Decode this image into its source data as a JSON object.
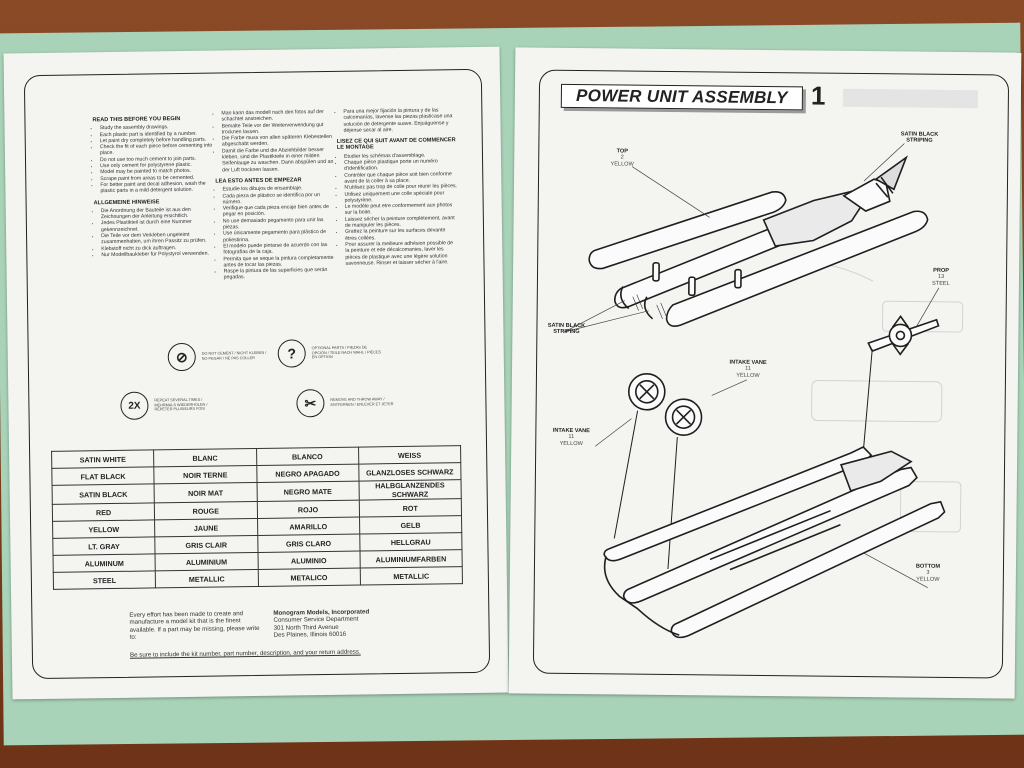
{
  "left_page": {
    "col1": {
      "heading_en": "READ THIS BEFORE YOU BEGIN",
      "items_en": [
        "Study the assembly drawings.",
        "Each plastic part is identified by a number.",
        "Let paint dry completely before handling parts.",
        "Check the fit of each piece before cementing into place.",
        "Do not use too much cement to join parts.",
        "Use only cement for polystyrene plastic.",
        "Model may be painted to match photos.",
        "Scrape paint from areas to be cemented.",
        "For better paint and decal adhesion, wash the plastic parts in a mild detergent solution."
      ],
      "heading_de": "ALLGEMEINE HINWEISE",
      "items_de": [
        "Die Anordnung der Bauteile ist aus den Zeichnungen der Anleitung ersichtlich.",
        "Jedes Plastikteil ist durch eine Nummer gekennzeichnet.",
        "Die Teile vor dem Verkleben ungeleimt zusammenhalten, um ihren Passitz zu prüfen.",
        "Klebstoff nicht zu dick auftragen.",
        "Nur Modellbaukleber für Polystyrol verwenden."
      ]
    },
    "col2": {
      "items_de": [
        "Man kann das modell nach den fotos auf der schachtel anstreichen.",
        "Bemalte Teile vor der Weiterverwendung gut trocknen lassen.",
        "Die Farbe muss von allen späteren Klebestellen abgeschabt werden.",
        "Damit die Farbe und die Abziehbilder besser kleben, sind die Plastikteile in einer milden Seifenlauge zu waschen. Dann abspülen und an der Luft trocknen lassen."
      ],
      "heading_es": "LEA ESTO ANTES DE EMPEZAR",
      "items_es": [
        "Estudie los dibujos de ensamblaje.",
        "Cada pieza de plástico se identifica por un número.",
        "Verifique que cada pieza encaje bien antes de pegar en posición.",
        "No use demasiado pegamento para unir las piezas.",
        "Use únicamente pegamento para plástico de poliestirina.",
        "El modelo puede pintarse de acuerdo con las fotografías de la caja.",
        "Permita que se seque la pintura completamente antes de tocar las piezas.",
        "Raspe la pintura de las superficies que serán pegadas."
      ]
    },
    "col3": {
      "items_es": [
        "Para una mejor fijación la pintura y de las calcomanías, lavense las piezas plasticase una solución de detergente suave. Enjuáguense y déjense secar al aire."
      ],
      "heading_fr": "LISEZ CE QUI SUIT AVANT DE COMMENCER LE MONTAGE",
      "items_fr": [
        "Etudier les schémas d'assemblage.",
        "Chaque pièce plastique porte un numéro d'identification.",
        "Contrôler que chaque pièce soit bien conforme avant de la coller à sa place.",
        "N'utilisez pas trop de colle pour réunir les pièces.",
        "Utilisez uniquement une colle spéciale pour polystyrène.",
        "Le modèle peut etre conformement aux photos sur la boite.",
        "Laissez sécher la peinture complètement, avant de manipuler les pièces.",
        "Grattez la peinture sur les surfaces devante êtres collées.",
        "Pour assurer la meilleure adhésion possible de la peinture et ede décalcomanies, laver les pièces de plastique avec une légère solution savonneuse. Rinser et laisser sécher à l'aire."
      ]
    },
    "symbols": [
      {
        "id": "no-cement",
        "glyph": "⊘",
        "text": "Do not cement / Nicht kleben / No pegar / Ne pas coller"
      },
      {
        "id": "optional",
        "glyph": "?",
        "text": "Optional parts / Piezas de opción / Teile nach Wahl / Pièces en option"
      },
      {
        "id": "repeat",
        "glyph": "2X",
        "text": "Repeat several times / Mehrmals wiederholen / Répéter plusieurs fois"
      },
      {
        "id": "remove",
        "glyph": "✂",
        "text": "Remove and throw away / Entfernen / Enlever et jeter"
      }
    ],
    "color_table": [
      [
        "SATIN WHITE",
        "BLANC",
        "BLANCO",
        "WEISS"
      ],
      [
        "FLAT BLACK",
        "NOIR TERNE",
        "NEGRO APAGADO",
        "GLANZLOSES SCHWARZ"
      ],
      [
        "SATIN BLACK",
        "NOIR MAT",
        "NEGRO MATE",
        "HALBGLANZENDES SCHWARZ"
      ],
      [
        "RED",
        "ROUGE",
        "ROJO",
        "ROT"
      ],
      [
        "YELLOW",
        "JAUNE",
        "AMARILLO",
        "GELB"
      ],
      [
        "LT. GRAY",
        "GRIS CLAIR",
        "GRIS CLARO",
        "HELLGRAU"
      ],
      [
        "ALUMINUM",
        "ALUMINIUM",
        "ALUMINIO",
        "ALUMINIUMFARBEN"
      ],
      [
        "STEEL",
        "METALLIC",
        "METALICO",
        "METALLIC"
      ]
    ],
    "footer": {
      "effort": "Every effort has been made to create and manufacture a model kit that is the finest available. If a part may be missing, please write to:",
      "company": "Monogram Models, Incorporated",
      "dept": "Consumer Service Department",
      "street": "301 North Third Avenue",
      "city": "Des Plaines, Illinois 60016",
      "note": "Be sure to include the kit number, part number, description, and your return address."
    }
  },
  "right_page": {
    "title": "POWER UNIT ASSEMBLY",
    "step": "1",
    "callouts": {
      "top": {
        "name": "TOP",
        "num": "2",
        "color": "YELLOW"
      },
      "striping_top": {
        "name": "SATIN BLACK STRIPING"
      },
      "striping_left": {
        "name": "SATIN BLACK STRIPING"
      },
      "prop": {
        "name": "PROP",
        "num": "13",
        "color": "STEEL"
      },
      "intake_right": {
        "name": "INTAKE VANE",
        "num": "11",
        "color": "YELLOW"
      },
      "intake_left": {
        "name": "INTAKE VANE",
        "num": "11",
        "color": "YELLOW"
      },
      "bottom": {
        "name": "BOTTOM",
        "num": "3",
        "color": "YELLOW"
      }
    }
  }
}
